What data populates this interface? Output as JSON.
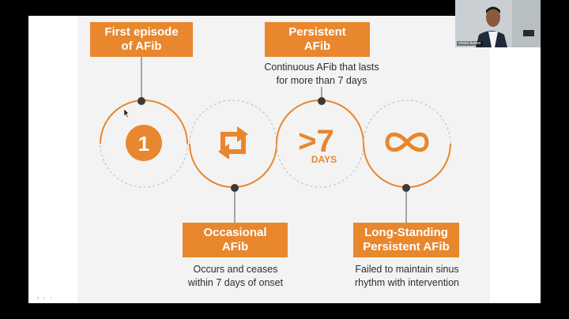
{
  "stages": [
    {
      "id": "first",
      "title_line1": "First episode",
      "title_line2": "of AFib",
      "description_line1": "",
      "description_line2": ""
    },
    {
      "id": "persistent",
      "title_line1": "Persistent",
      "title_line2": "AFib",
      "description_line1": "Continuous AFib that lasts",
      "description_line2": "for more than 7 days"
    },
    {
      "id": "occasional",
      "title_line1": "Occasional",
      "title_line2": "AFib",
      "description_line1": "Occurs and ceases",
      "description_line2": "within 7 days of onset"
    },
    {
      "id": "longstanding",
      "title_line1": "Long-Standing",
      "title_line2": "Persistent AFib",
      "description_line1": "Failed to maintain sinus",
      "description_line2": "rhythm with intervention"
    }
  ],
  "circles": {
    "first_number": "1",
    "persistent_number": ">7",
    "persistent_unit": "DAYS"
  },
  "webcam": {
    "name": "vineet kumar"
  },
  "colors": {
    "accent": "#e8872d",
    "dot": "#3a3a3a",
    "line": "#555555"
  },
  "icons": [
    "repeat-icon",
    "infinity-icon",
    "mouse-pointer-icon"
  ]
}
